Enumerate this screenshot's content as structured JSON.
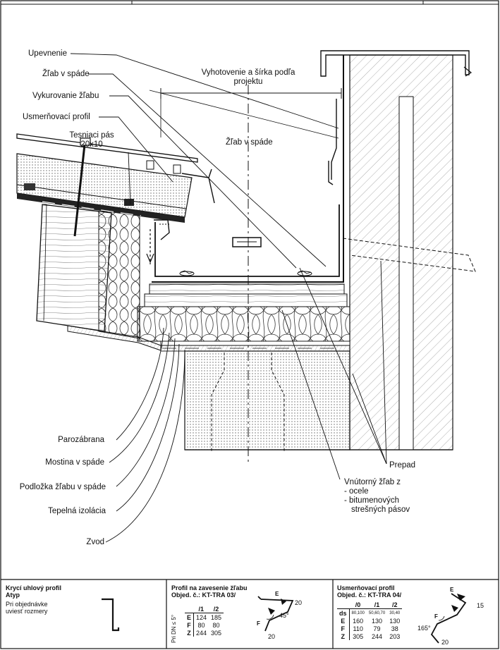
{
  "labels": {
    "upevnenie": "Upevnenie",
    "zlab_v_spade_1": "Žľab v spáde",
    "vykurovanie": "Vykurovanie žľabu",
    "usmernovaci": "Usmerňovací profil",
    "tesniaci_1": "Tesniaci pás",
    "tesniaci_2": "20x10",
    "vyhotovenie_1": "Vyhotovenie a šírka podľa",
    "vyhotovenie_2": "projektu",
    "zlab_v_spade_2": "Žľab v spáde",
    "parozabrana": "Parozábrana",
    "mostina": "Mostina v spáde",
    "podlozka": "Podložka žľabu v spáde",
    "tepelna": "Tepelná izolácia",
    "zvod": "Zvod",
    "prepad": "Prepad",
    "vnutorny_1": "Vnútorný žľab z",
    "vnutorny_2": "- ocele",
    "vnutorny_3": "- bitumenových",
    "vnutorny_4": "strešných pásov"
  },
  "panel1": {
    "title_1": "Krycí uhlový profil",
    "title_2": "Atyp",
    "text_1": "Pri objednávke",
    "text_2": "uviesť rozmery"
  },
  "panel2": {
    "title_1": "Profil na zavesenie žľabu",
    "title_2": "Objed. č.: KT-TRA 03/",
    "side": "Pri DN ≤ 5°",
    "head": [
      "",
      "/1",
      "/2"
    ],
    "rows": [
      [
        "E",
        "124",
        "185"
      ],
      [
        "F",
        "80",
        "80"
      ],
      [
        "Z",
        "244",
        "305"
      ]
    ],
    "dim_e": "E",
    "dim_20": "20",
    "dim_f": "F",
    "dim_45": "45°",
    "dim_20b": "20"
  },
  "panel3": {
    "title_1": "Usmerňovací profil",
    "title_2": "Objed. č.: KT-TRA 04/",
    "head": [
      "",
      "/0",
      "/1",
      "/2"
    ],
    "rows": [
      [
        "ds",
        "80,100",
        "50,60,70",
        "30,40"
      ],
      [
        "E",
        "160",
        "130",
        "130"
      ],
      [
        "F",
        "110",
        "79",
        "38"
      ],
      [
        "Z",
        "305",
        "244",
        "203"
      ]
    ],
    "dim_e": "E",
    "dim_15": "15",
    "dim_165": "165°",
    "dim_20": "20",
    "dim_f": "F"
  }
}
